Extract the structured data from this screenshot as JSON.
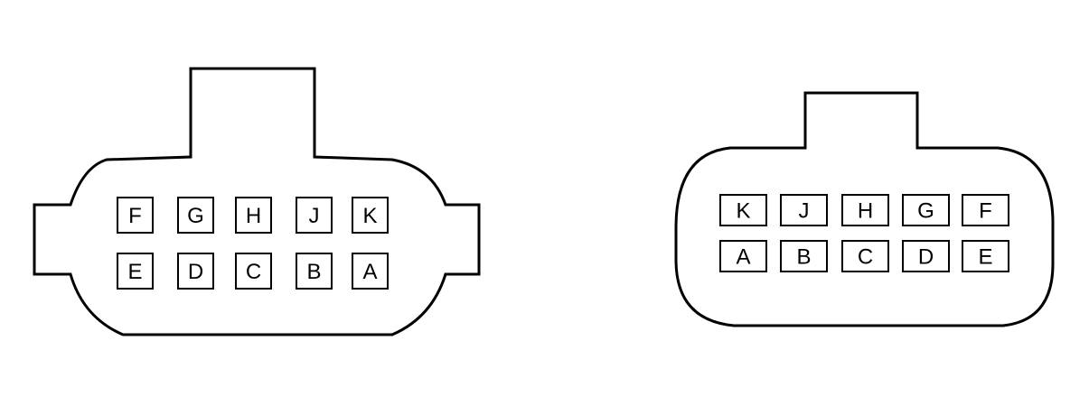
{
  "connectors": [
    {
      "name": "left",
      "pin_rows": [
        [
          "F",
          "G",
          "H",
          "J",
          "K"
        ],
        [
          "E",
          "D",
          "C",
          "B",
          "A"
        ]
      ]
    },
    {
      "name": "right",
      "pin_rows": [
        [
          "K",
          "J",
          "H",
          "G",
          "F"
        ],
        [
          "A",
          "B",
          "C",
          "D",
          "E"
        ]
      ]
    }
  ],
  "colors": {
    "stroke": "#000000",
    "fill": "#ffffff"
  }
}
